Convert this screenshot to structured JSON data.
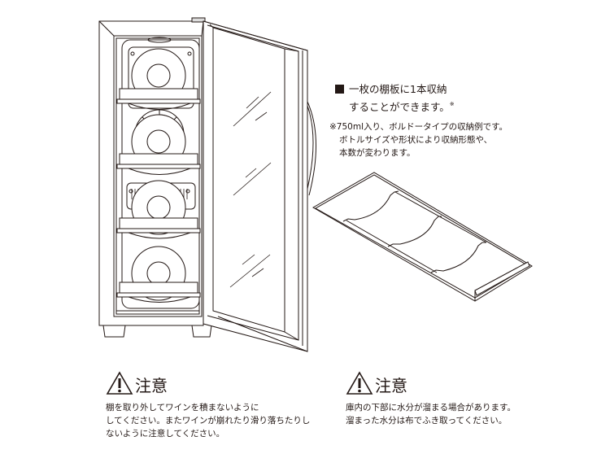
{
  "callout": {
    "line1": "一枚の棚板に1本収納",
    "line2": "することができます。",
    "mark": "※"
  },
  "note": {
    "lines": [
      "※750ml入り、ボルドータイプの収納例です。",
      "ボトルサイズや形状により収納形態や、",
      "本数が変わります。"
    ]
  },
  "warnings": [
    {
      "title": "注意",
      "lines": [
        "棚を取り外してワインを積まないように",
        "してください。またワインが崩れたり滑り落ちたりし",
        "ないように注意してください。"
      ]
    },
    {
      "title": "注意",
      "lines": [
        "庫内の下部に水分が溜まる場合があります。",
        "溜まった水分は布でふき取ってください。"
      ]
    }
  ],
  "icons": {
    "square": "black-square-bullet",
    "warning": "warning-triangle-icon"
  },
  "colors": {
    "ink": "#231815",
    "background": "#ffffff"
  },
  "illustration": {
    "shelves_with_bottles": 4,
    "shelf_bottle_slots": 3
  }
}
